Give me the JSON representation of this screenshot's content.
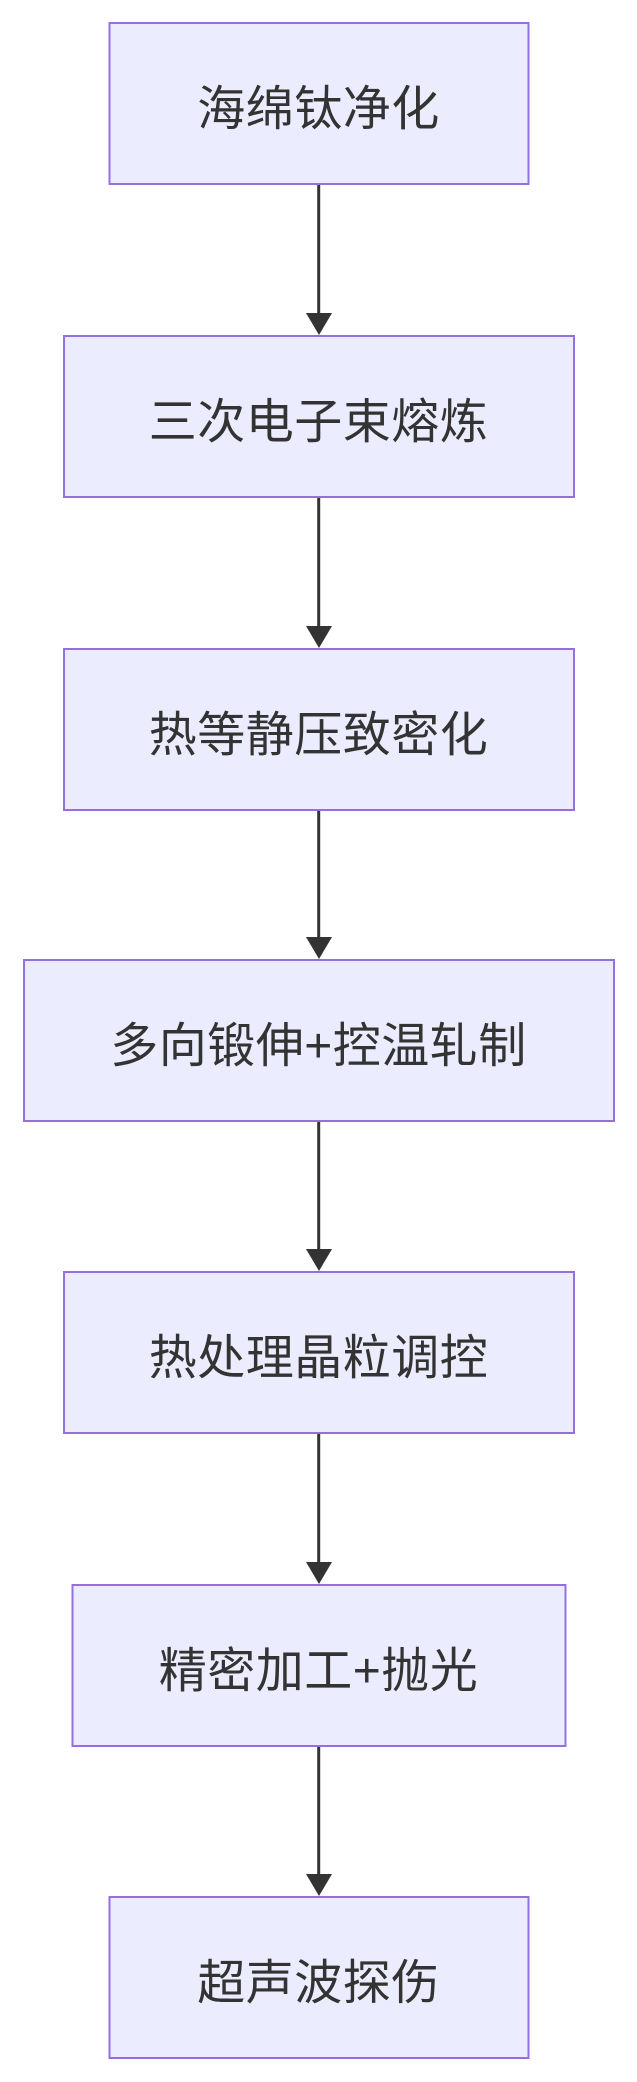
{
  "diagram": {
    "type": "flowchart",
    "direction": "top-down",
    "nodes": [
      {
        "id": "n1",
        "label": "海绵钛净化"
      },
      {
        "id": "n2",
        "label": "三次电子束熔炼"
      },
      {
        "id": "n3",
        "label": "热等静压致密化"
      },
      {
        "id": "n4",
        "label": "多向锻伸+控温轧制"
      },
      {
        "id": "n5",
        "label": "热处理晶粒调控"
      },
      {
        "id": "n6",
        "label": "精密加工+抛光"
      },
      {
        "id": "n7",
        "label": "超声波探伤"
      }
    ],
    "edges": [
      {
        "from": "n1",
        "to": "n2"
      },
      {
        "from": "n2",
        "to": "n3"
      },
      {
        "from": "n3",
        "to": "n4"
      },
      {
        "from": "n4",
        "to": "n5"
      },
      {
        "from": "n5",
        "to": "n6"
      },
      {
        "from": "n6",
        "to": "n7"
      }
    ],
    "colors": {
      "background": "#FFFFFF",
      "node_fill": "#ECECFF",
      "node_border": "#9370DB",
      "node_text": "#333333",
      "arrow": "#333333"
    }
  }
}
